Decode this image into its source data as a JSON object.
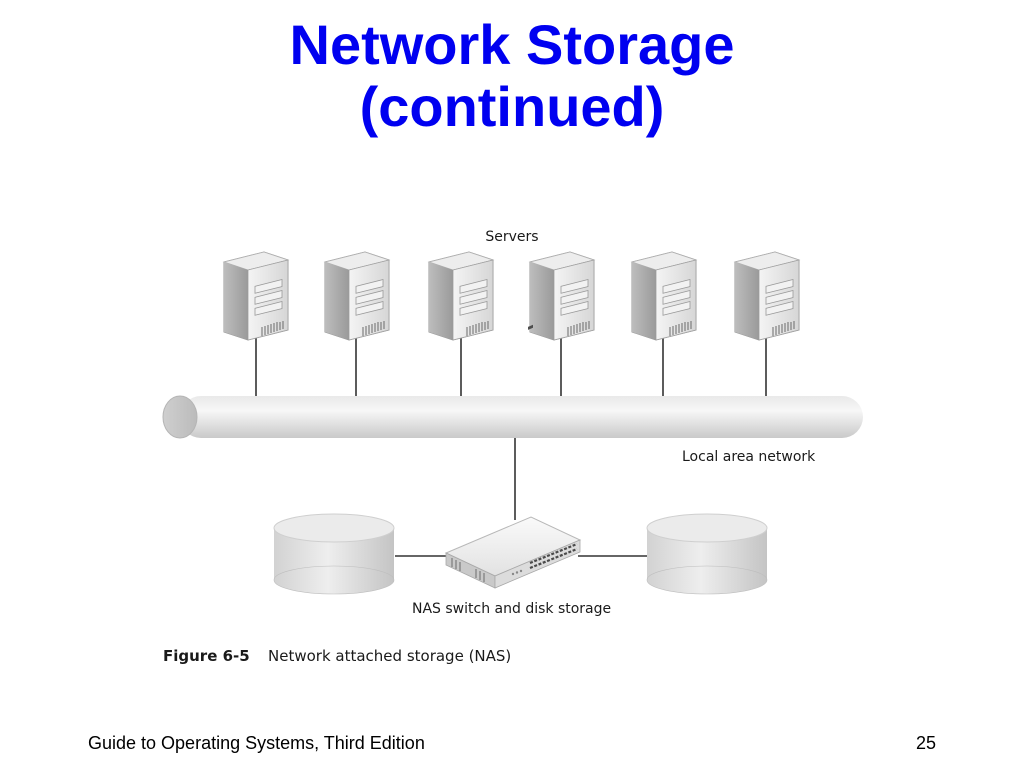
{
  "slide": {
    "title_line1": "Network Storage",
    "title_line2": "(continued)"
  },
  "diagram": {
    "servers_label": "Servers",
    "lan_label": "Local area network",
    "nas_label": "NAS switch and disk storage",
    "figure_number": "Figure 6-5",
    "figure_caption": "Network attached storage (NAS)"
  },
  "footer": {
    "book_title": "Guide to Operating Systems, Third Edition",
    "page_number": "25"
  }
}
